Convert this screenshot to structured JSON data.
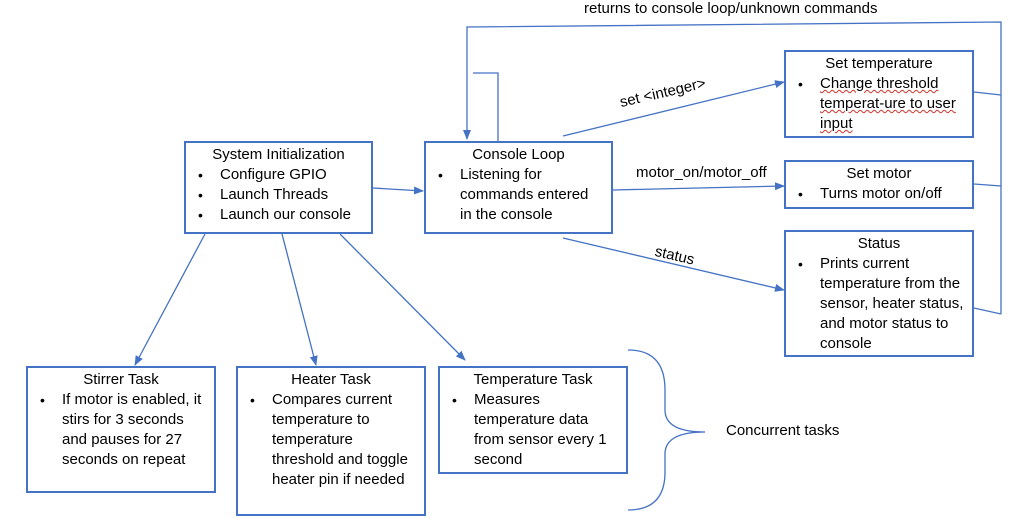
{
  "boxes": {
    "init": {
      "title": "System Initialization",
      "bullets": [
        "Configure GPIO",
        "Launch Threads",
        "Launch our console"
      ]
    },
    "console": {
      "title": "Console Loop",
      "bullets": [
        "Listening for commands entered in the console"
      ]
    },
    "set_temp": {
      "title": "Set temperature",
      "bullets": [
        "Change threshold temperat-ure to user input"
      ]
    },
    "set_motor": {
      "title": "Set motor",
      "bullets": [
        "Turns motor on/off"
      ]
    },
    "status": {
      "title": "Status",
      "bullets": [
        "Prints current temperature from the sensor, heater status, and motor status to console"
      ]
    },
    "stirrer": {
      "title": "Stirrer Task",
      "bullets": [
        "If motor is enabled, it stirs for 3 seconds and pauses for 27 seconds on repeat"
      ]
    },
    "heater": {
      "title": "Heater Task",
      "bullets": [
        "Compares current temperature to temperature threshold and toggle heater pin if needed"
      ]
    },
    "temp_task": {
      "title": "Temperature Task",
      "bullets": [
        "Measures temperature data from sensor every 1 second"
      ]
    }
  },
  "labels": {
    "returns": "returns to console loop/unknown commands",
    "set_cmd": "set <integer>",
    "motor_cmd": "motor_on/motor_off",
    "status_cmd": "status",
    "concurrent": "Concurrent tasks"
  },
  "colors": {
    "line": "#4472C4",
    "brace": "#4472C4"
  }
}
